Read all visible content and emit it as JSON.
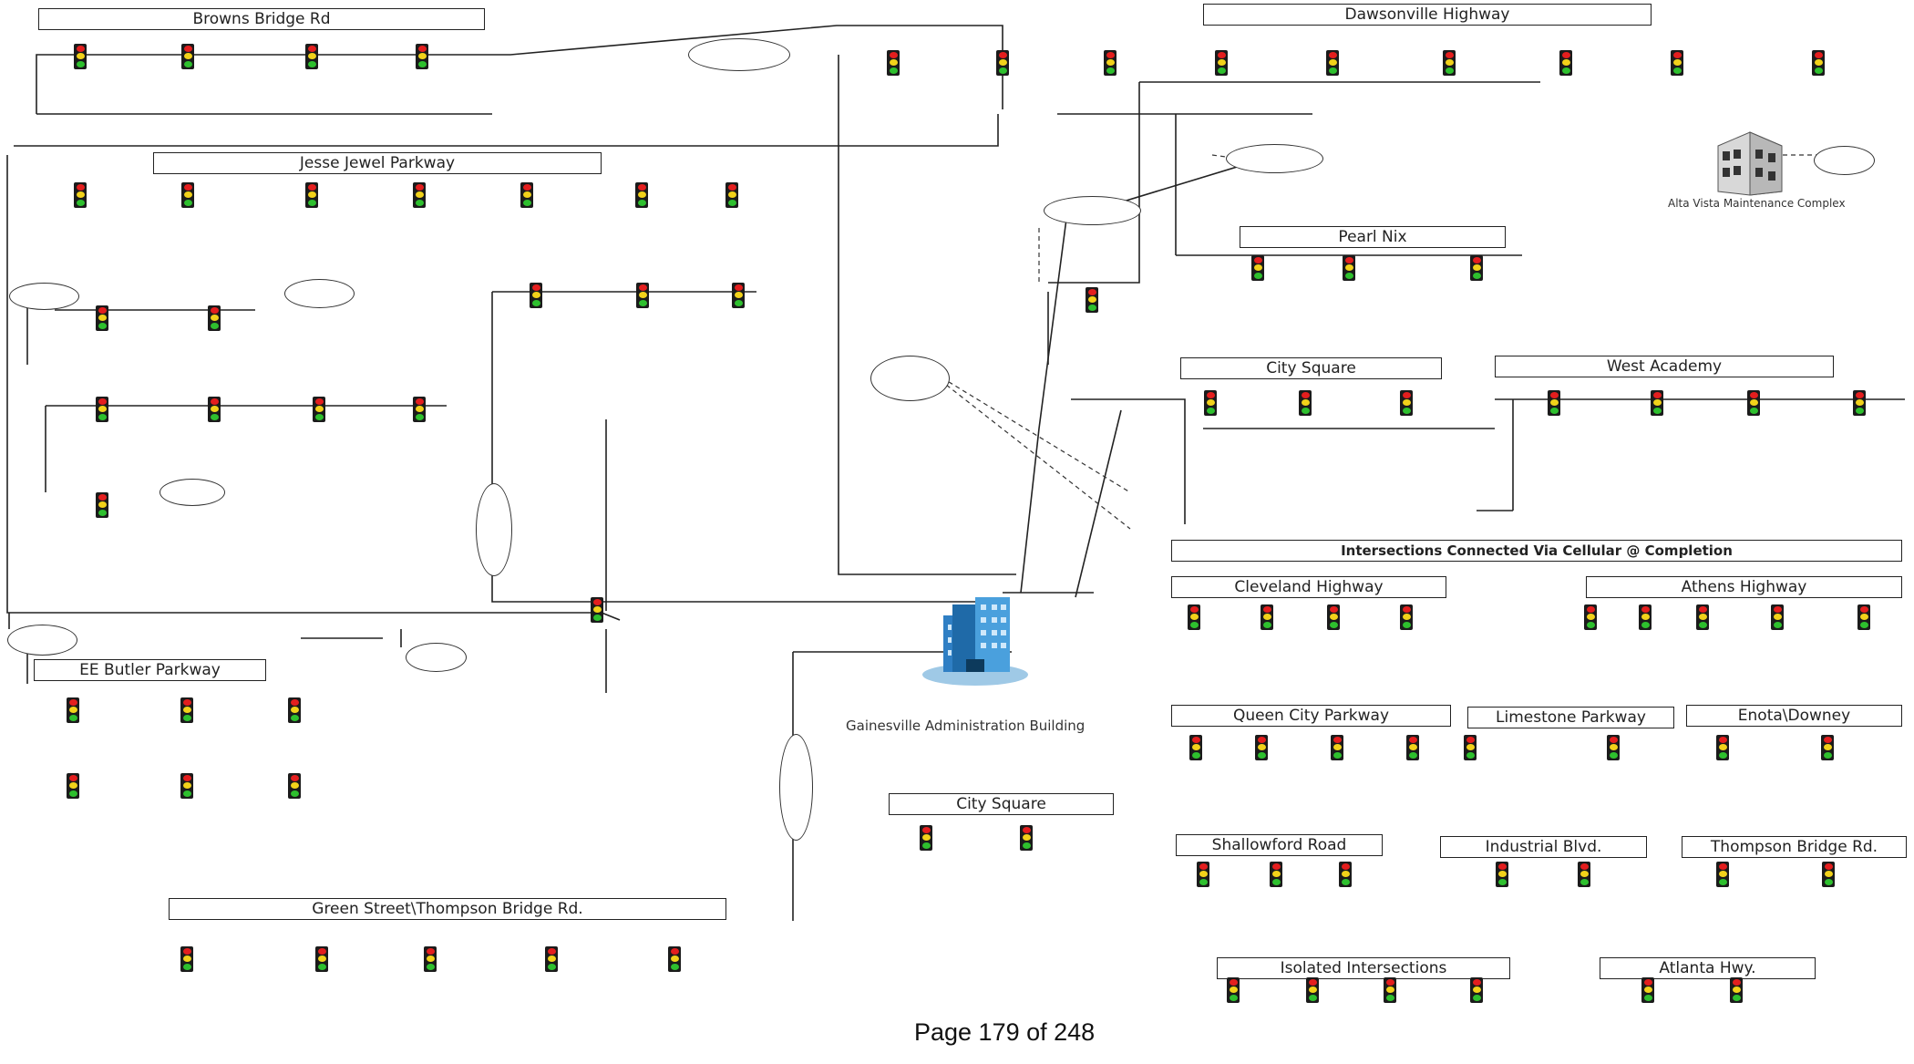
{
  "page_label": "Page 179 of 248",
  "admin_building": "Gainesville Administration Building",
  "maintenance_complex": "Alta Vista Maintenance Complex",
  "cellular_header": "Intersections Connected Via Cellular @ Completion",
  "sections": {
    "browns_bridge": "Browns Bridge Rd",
    "jesse_jewel": "Jesse Jewel Parkway",
    "dawsonville": "Dawsonville Highway",
    "pearl_nix": "Pearl Nix",
    "city_square": "City Square",
    "west_academy": "West Academy",
    "ee_butler": "EE Butler Parkway",
    "green_street": "Green Street\\Thompson Bridge Rd.",
    "city_square_2": "City Square",
    "cleveland": "Cleveland Highway",
    "athens": "Athens Highway",
    "queen_city": "Queen City Parkway",
    "limestone": "Limestone Parkway",
    "enota": "Enota\\Downey",
    "shallowford": "Shallowford Road",
    "industrial": "Industrial Blvd.",
    "thompson_bridge": "Thompson Bridge Rd.",
    "isolated": "Isolated Intersections",
    "atlanta_hwy": "Atlanta Hwy."
  },
  "colors": {
    "signal_red": "#e41e1e",
    "signal_yellow": "#f2d21a",
    "signal_green": "#2ec02e",
    "line": "#222222"
  }
}
